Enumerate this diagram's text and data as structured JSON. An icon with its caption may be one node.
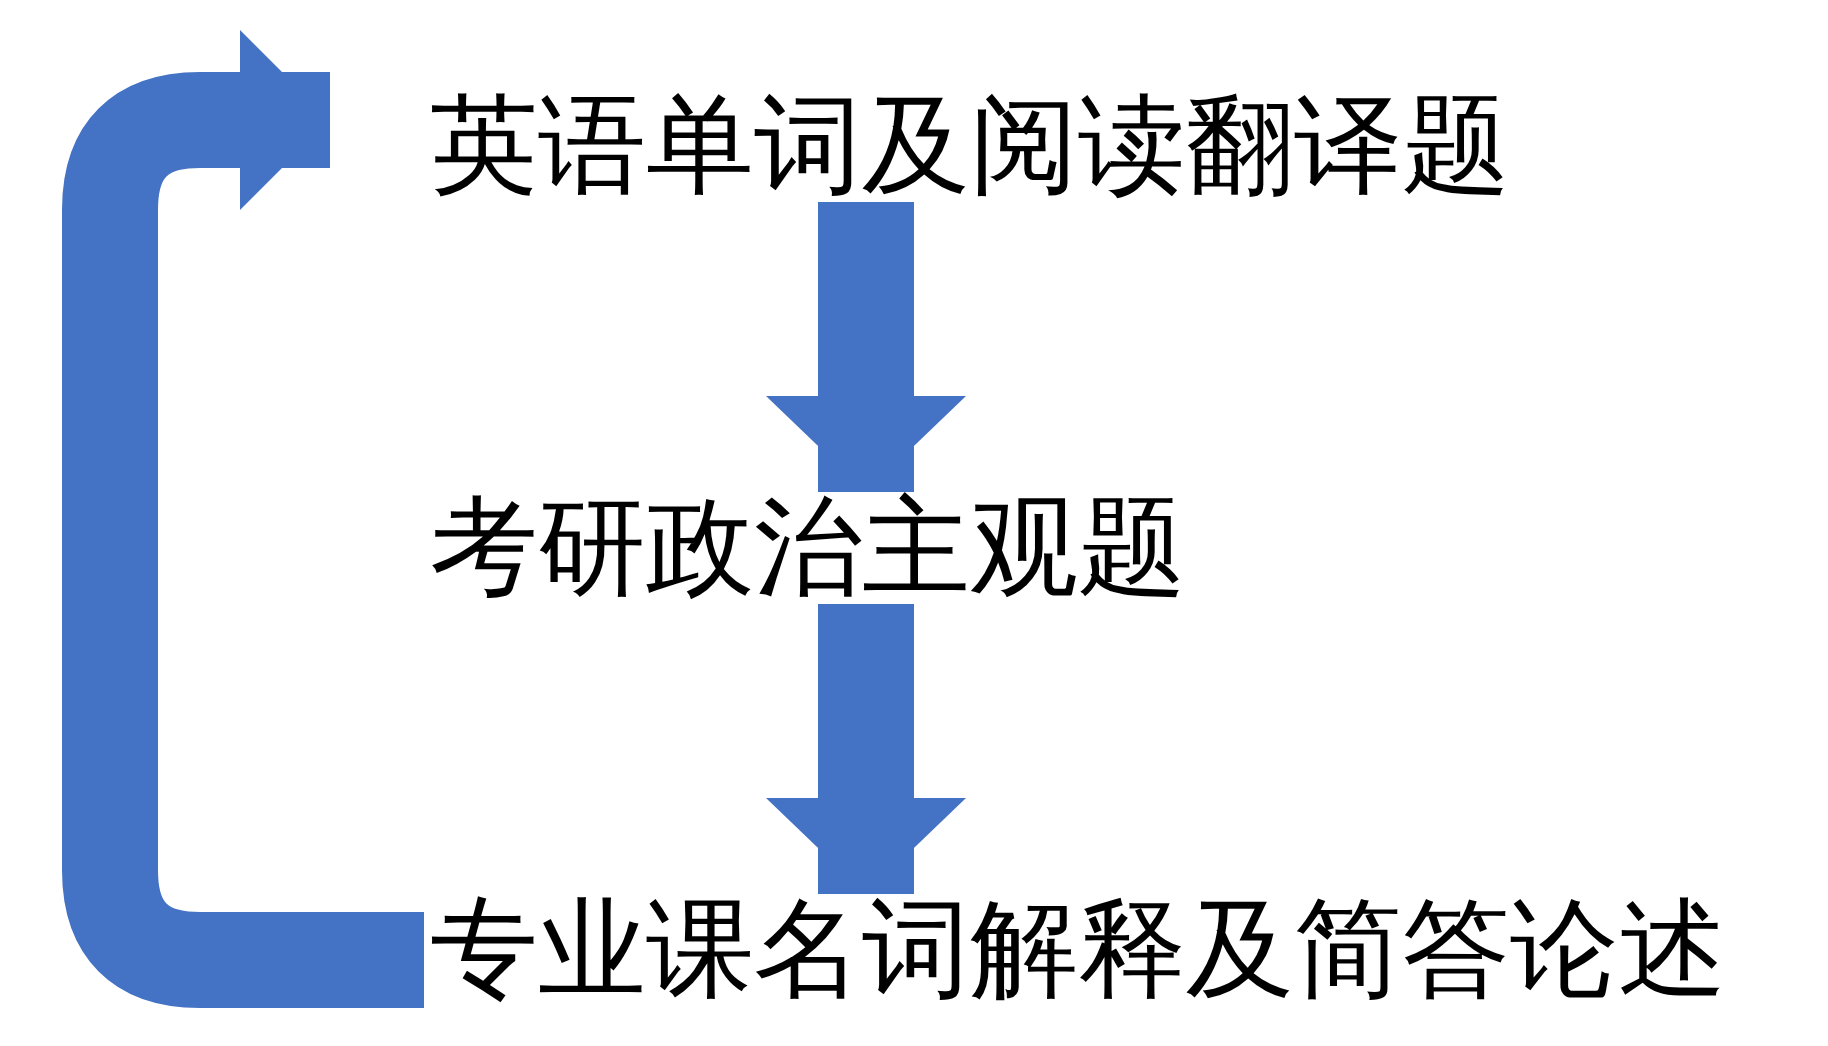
{
  "diagram": {
    "nodes": [
      {
        "text": [
          "英语单词及阅读翻译题"
        ]
      },
      {
        "text": [
          "考研政治主观题"
        ]
      },
      {
        "text": [
          "专业课名词解释及简答论述"
        ]
      }
    ],
    "edges": [
      {
        "from": 0,
        "to": 1,
        "arrow": "to"
      },
      {
        "from": 1,
        "to": 2,
        "arrow": "to"
      },
      {
        "from": 2,
        "to": 0,
        "arrow": "to"
      }
    ]
  }
}
